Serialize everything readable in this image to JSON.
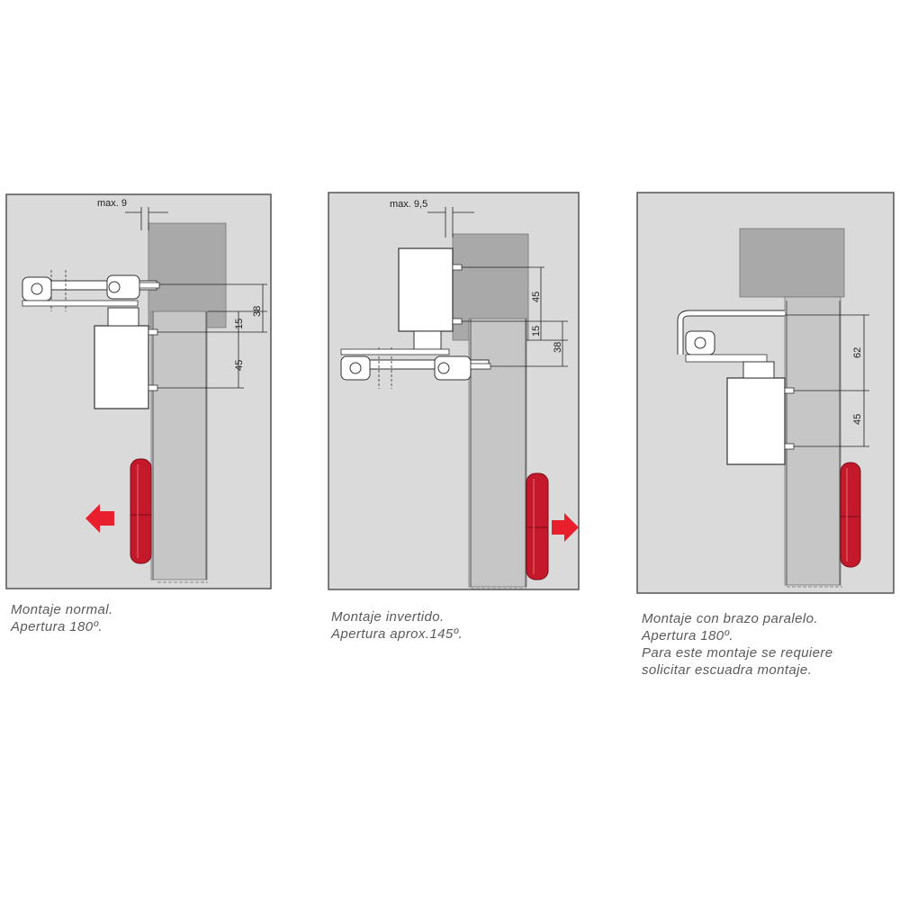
{
  "panels": [
    {
      "dim_top": "max. 9",
      "dims": [
        "38",
        "15",
        "45"
      ],
      "caption": [
        "Montaje normal.",
        "Apertura 180º."
      ],
      "arrow_direction": "left"
    },
    {
      "dim_top": "max. 9,5",
      "dims": [
        "45",
        "15",
        "38"
      ],
      "caption": [
        "Montaje invertido.",
        "Apertura aprox.145º."
      ],
      "arrow_direction": "right"
    },
    {
      "dims": [
        "62",
        "45"
      ],
      "caption": [
        "Montaje con brazo paralelo.",
        "Apertura 180º.",
        "Para este montaje se requiere",
        "solicitar escuadra montaje."
      ]
    }
  ],
  "colors": {
    "panel_bg": "#dadada",
    "frame": "#a9a9a9",
    "door": "#c6c6c6",
    "hinge": "#c4182b",
    "arrow": "#e8202e",
    "caption": "#5a5a5a"
  }
}
